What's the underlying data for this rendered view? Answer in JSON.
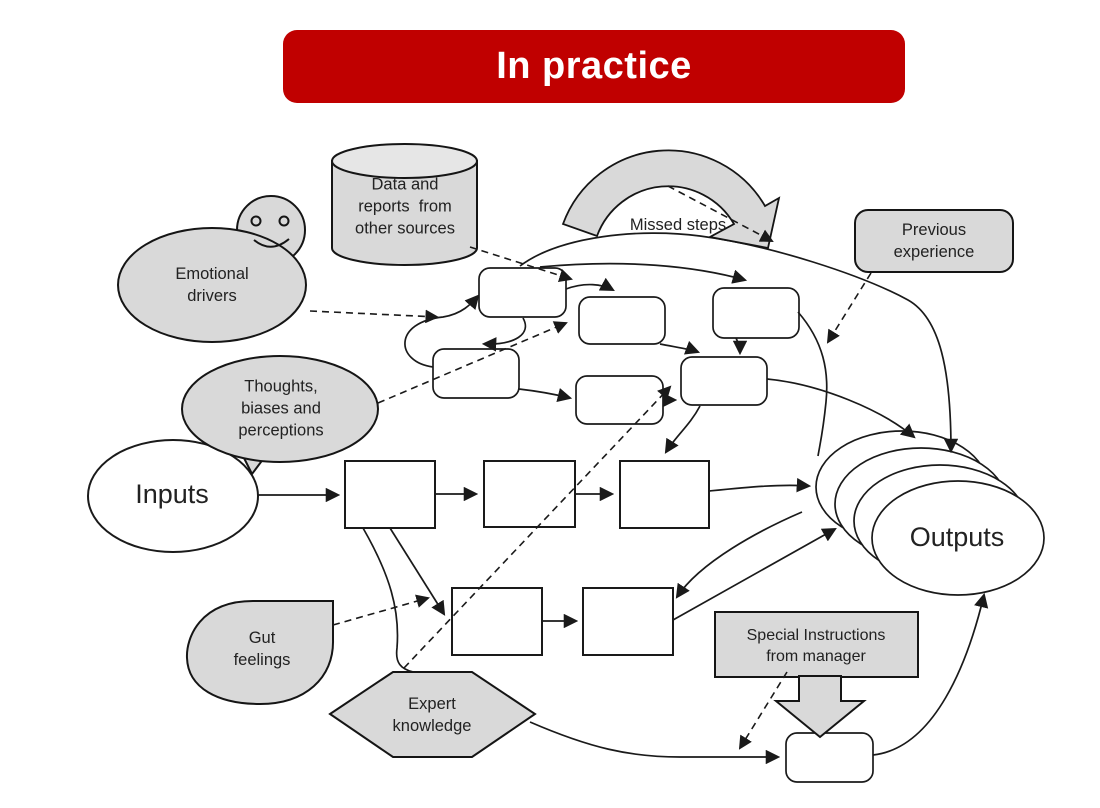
{
  "title": {
    "label": "In practice"
  },
  "colors": {
    "banner_red": "#c00000",
    "banner_text": "#ffffff",
    "influence_gray": "#d9d9d9",
    "outline_black": "#1a1a1a",
    "background": "#ffffff"
  },
  "shapes": {
    "emotional_drivers": {
      "l1": "Emotional",
      "l2": "drivers"
    },
    "data_sources": {
      "l1": "Data and",
      "l2": "reports  from",
      "l3": "other sources"
    },
    "missed_steps": {
      "l1": "Missed steps"
    },
    "previous_experience": {
      "l1": "Previous",
      "l2": "experience"
    },
    "thoughts_biases": {
      "l1": "Thoughts,",
      "l2": "biases and",
      "l3": "perceptions"
    },
    "inputs": {
      "l1": "Inputs"
    },
    "gut_feelings": {
      "l1": "Gut",
      "l2": "feelings"
    },
    "expert_knowledge": {
      "l1": "Expert",
      "l2": "knowledge"
    },
    "special_instructions": {
      "l1": "Special Instructions",
      "l2": "from manager"
    },
    "outputs": {
      "l1": "Outputs"
    }
  },
  "process": {
    "unlabeled_box_count": 12,
    "output_ellipse_count": 4
  }
}
